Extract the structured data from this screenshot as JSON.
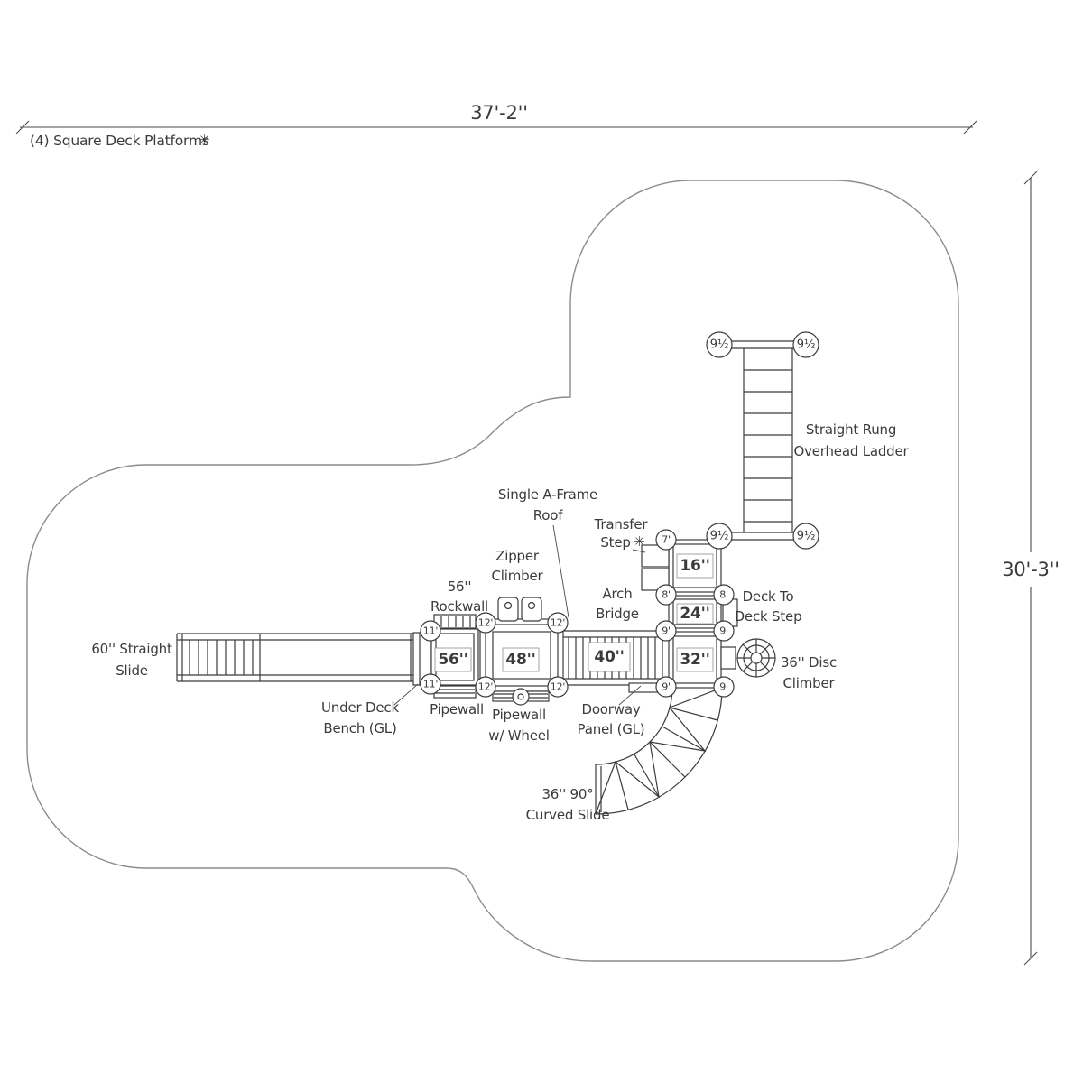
{
  "title": {
    "text": "(4) Square Deck Platforms",
    "asterisk": "✳"
  },
  "dimensions": {
    "width": "37'-2''",
    "height": "30'-3''"
  },
  "colors": {
    "accent": "#D79A3C",
    "line": "#3B3B3B",
    "zone": "#8C8C8C"
  },
  "decks": {
    "d16": "16''",
    "d24": "24''",
    "d32": "32''",
    "d40": "40''",
    "d48": "48''",
    "d56": "56''"
  },
  "posts": {
    "ladder_tl": "9½",
    "ladder_tr": "9½",
    "ladder_bl": "9½",
    "ladder_br": "9½",
    "p7": "7'",
    "p8a": "8'",
    "p8b": "8'",
    "p9a": "9'",
    "p9b": "9'",
    "p9c": "9'",
    "p9d": "9'",
    "p11a": "11'",
    "p11b": "11'",
    "p12a": "12'",
    "p12b": "12'",
    "p12c": "12'",
    "p12d": "12'"
  },
  "labels": {
    "overhead_ladder_line1": "Straight Rung",
    "overhead_ladder_line2": "Overhead Ladder",
    "aframe_line1": "Single A-Frame",
    "aframe_line2": "Roof",
    "transfer_line1": "Transfer",
    "transfer_line2": "Step",
    "transfer_asterisk": "✳",
    "zipper_line1": "Zipper",
    "zipper_line2": "Climber",
    "rockwall_line1": "56''",
    "rockwall_line2": "Rockwall",
    "arch_line1": "Arch",
    "arch_line2": "Bridge",
    "deck_step_line1": "Deck To",
    "deck_step_line2": "Deck Step",
    "slide60_line1": "60'' Straight",
    "slide60_line2": "Slide",
    "disc_line1": "36'' Disc",
    "disc_line2": "Climber",
    "bench_line1": "Under Deck",
    "bench_line2": "Bench (GL)",
    "pipewall": "Pipewall",
    "pipewall_wheel_line1": "Pipewall",
    "pipewall_wheel_line2": "w/ Wheel",
    "doorway_line1": "Doorway",
    "doorway_line2": "Panel (GL)",
    "curved_line1": "36'' 90°",
    "curved_line2": "Curved Slide"
  }
}
